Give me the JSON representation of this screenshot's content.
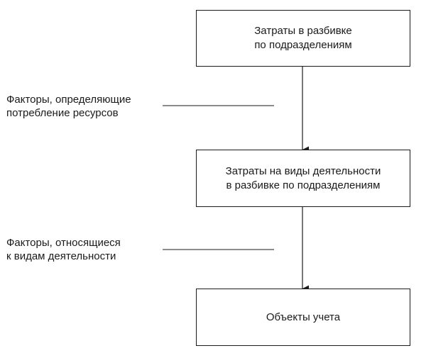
{
  "boxes": {
    "top": "Затраты в разбивке\nпо подразделениям",
    "middle": "Затраты на виды деятельности\nв разбивке по подразделениям",
    "bottom": "Объекты учета"
  },
  "factors": {
    "resource_drivers": "Факторы, определяющие\nпотребление ресурсов",
    "activity_drivers": "Факторы, относящиеся\nк видам деятельности"
  },
  "colors": {
    "stroke": "#1a1a1a",
    "background": "#ffffff"
  }
}
